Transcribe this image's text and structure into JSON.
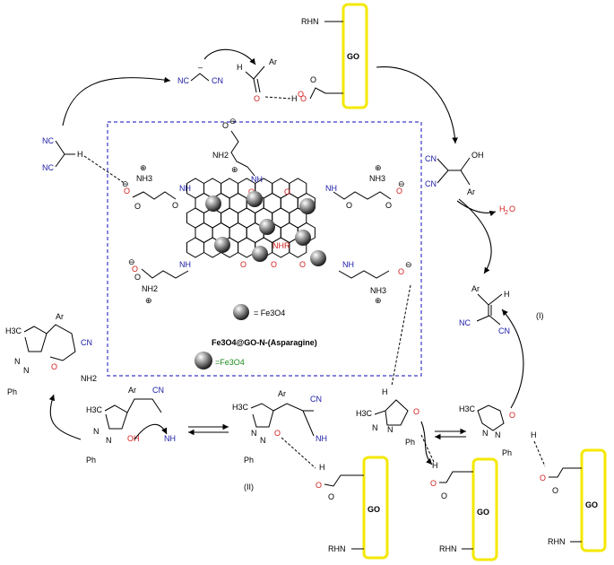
{
  "go_label": "GO",
  "rhn": "RHN",
  "malononitrile_cn": "NC",
  "cn": "CN",
  "ar": "Ar",
  "oh": "OH",
  "water": "H2O",
  "nh2": "NH2",
  "nh3": "NH3",
  "nh": "NH",
  "nhr": "NHR",
  "ph": "Ph",
  "methyl": "H3C",
  "legend_text": "= Fe3O4",
  "catalyst_name": "Fe3O4@GO-N-(Asparagine)",
  "catalyst_legend": "=Fe3O4",
  "step_I": "(I)",
  "step_II": "(II)",
  "colors": {
    "frame": "#3a3ac8",
    "go_box": "#f4e800",
    "blue": "#1a1aa6",
    "red": "#d42020",
    "green": "#1a8a1a"
  }
}
